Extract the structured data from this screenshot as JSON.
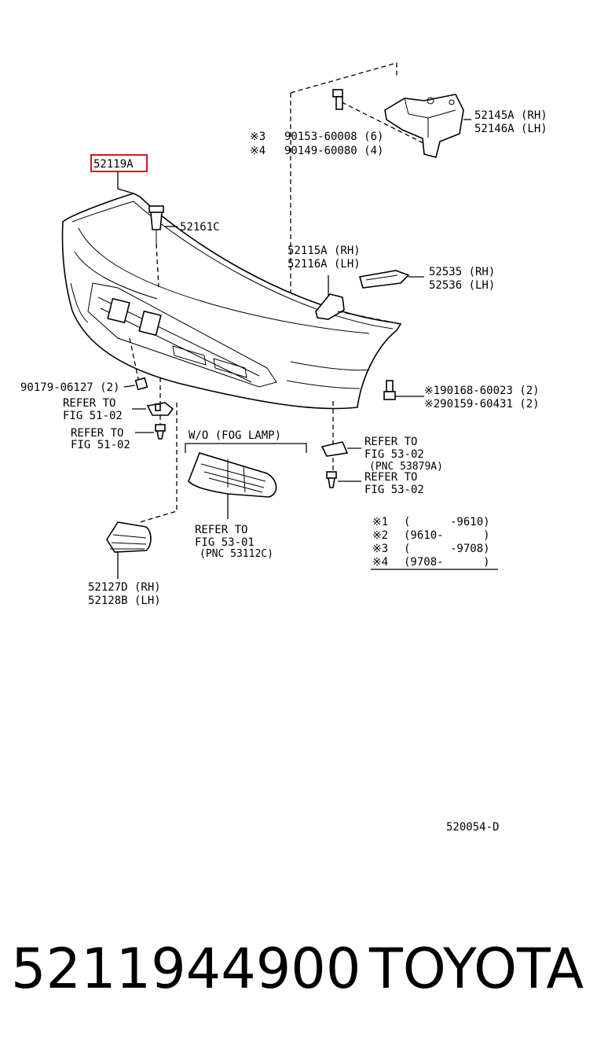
{
  "diagram": {
    "labels": {
      "p52145": "52145A (RH)",
      "p52146": "52146A (LH)",
      "note3_mark": "※3",
      "note3_part": "90153-60008 (6)",
      "note4_mark": "※4",
      "note4_part": "90149-60080 (4)",
      "p52119": "52119A",
      "p52161": "52161C",
      "p52115": "52115A (RH)",
      "p52116": "52116A (LH)",
      "p52535": "52535 (RH)",
      "p52536": "52536 (LH)",
      "p90179": "90179-06127 (2)",
      "refer1a": "REFER TO",
      "refer1b": "FIG 51-02",
      "refer2a": "REFER TO",
      "refer2b": "FIG 51-02",
      "p190168": "※190168-60023 (2)",
      "p290159": "※290159-60431 (2)",
      "wo_fog": "W/O (FOG LAMP)",
      "refer3a": "REFER TO",
      "refer3b": "FIG 53-02",
      "refer3c": "(PNC 53879A)",
      "refer4a": "REFER TO",
      "refer4b": "FIG 53-02",
      "refer5a": "REFER TO",
      "refer5b": "FIG 53-01",
      "refer5c": "(PNC 53112C)",
      "p52127": "52127D (RH)",
      "p52128": "52128B (LH)",
      "figure_code": "520054-D"
    },
    "notes_table": [
      {
        "mark": "※1",
        "range": "(      -9610)"
      },
      {
        "mark": "※2",
        "range": "(9610-      )"
      },
      {
        "mark": "※3",
        "range": "(      -9708)"
      },
      {
        "mark": "※4",
        "range": "(9708-      )"
      }
    ],
    "highlight_color": "#e0101a"
  },
  "footer": {
    "part_number": "5211944900",
    "brand": "TOYOTA"
  }
}
